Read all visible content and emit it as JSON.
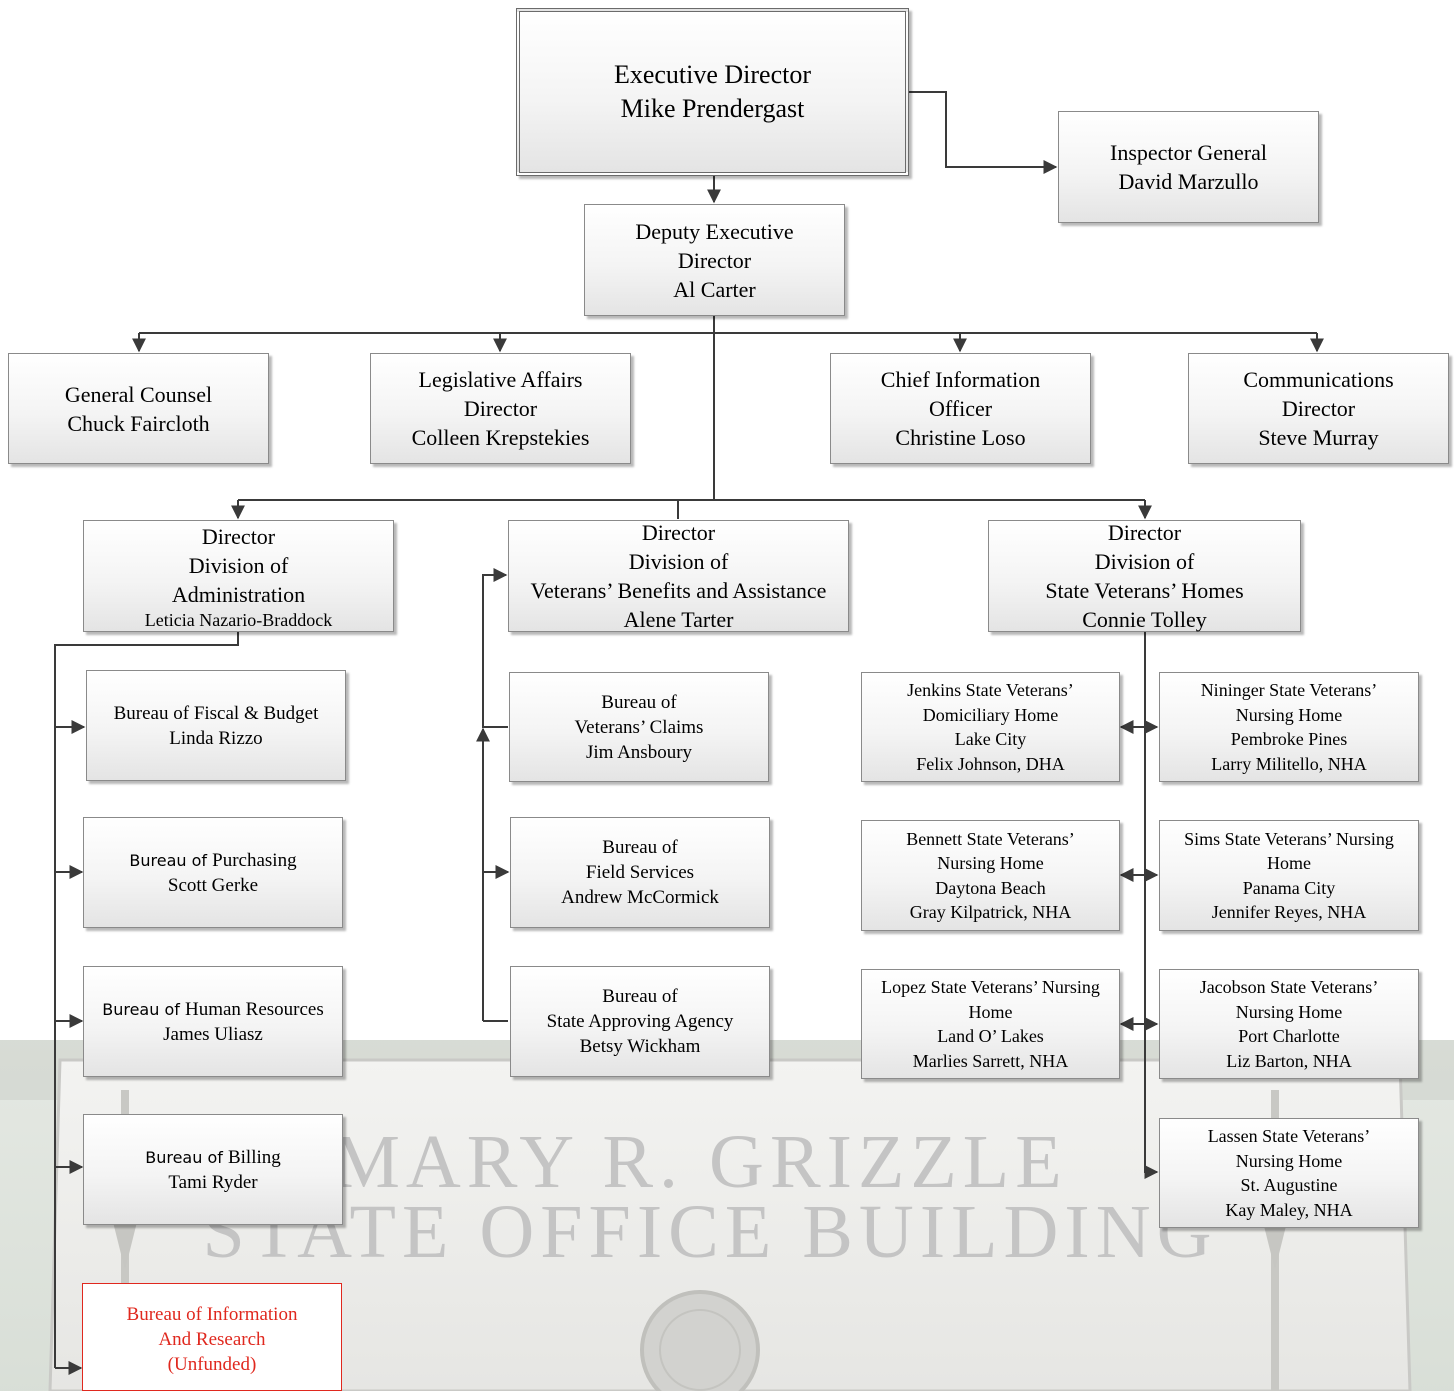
{
  "colors": {
    "unfunded": "#e0281e",
    "connector": "#3a3a3a"
  },
  "background": {
    "sign_line1": "MARY R. GRIZZLE",
    "sign_line2": "STATE OFFICE BUILDING",
    "seal_icon": "state-seal-icon"
  },
  "executive": {
    "title": "Executive Director",
    "name": "Mike Prendergast"
  },
  "inspector": {
    "title": "Inspector General",
    "name": "David Marzullo"
  },
  "deputy": {
    "line1": "Deputy Executive",
    "line2": "Director",
    "name": "Al Carter"
  },
  "staff": {
    "counsel": {
      "title": "General Counsel",
      "name": "Chuck Faircloth"
    },
    "legislative": {
      "line1": "Legislative Affairs",
      "line2": "Director",
      "name": "Colleen Krepstekies"
    },
    "cio": {
      "line1": "Chief Information",
      "line2": "Officer",
      "name": "Christine Loso"
    },
    "communications": {
      "line1": "Communications",
      "line2": "Director",
      "name": "Steve Murray"
    }
  },
  "divisions": {
    "admin": {
      "line1": "Director",
      "line2": "Division of",
      "line3": "Administration",
      "name": "Leticia Nazario-Braddock"
    },
    "benefits": {
      "line1": "Director",
      "line2": "Division of",
      "line3": "Veterans’ Benefits and Assistance",
      "name": "Alene Tarter"
    },
    "homes": {
      "line1": "Director",
      "line2": "Division of",
      "line3": "State Veterans’ Homes",
      "name": "Connie Tolley"
    }
  },
  "admin_bureaus": [
    {
      "prefix": "",
      "title": "Bureau of Fiscal & Budget",
      "name": "Linda Rizzo"
    },
    {
      "prefix": "Bureau of ",
      "title": "Purchasing",
      "name": "Scott Gerke"
    },
    {
      "prefix": "Bureau of ",
      "title": "Human Resources",
      "name": "James Uliasz"
    },
    {
      "prefix": "Bureau of ",
      "title": "Billing",
      "name": "Tami Ryder"
    },
    {
      "line1": "Bureau of Information",
      "line2": "And Research",
      "line3": "(Unfunded)"
    }
  ],
  "benefit_bureaus": [
    {
      "line1": "Bureau of",
      "line2": "Veterans’ Claims",
      "name": "Jim Ansboury"
    },
    {
      "line1": "Bureau of",
      "line2": "Field Services",
      "name": "Andrew McCormick"
    },
    {
      "line1": "Bureau of",
      "line2": "State Approving Agency",
      "name": "Betsy Wickham"
    }
  ],
  "homes": {
    "jenkins": {
      "line1": "Jenkins State Veterans’",
      "line2": "Domiciliary Home",
      "city": "Lake City",
      "admin": "Felix Johnson, DHA"
    },
    "nininger": {
      "line1": "Nininger State Veterans’",
      "line2": "Nursing Home",
      "city": "Pembroke Pines",
      "admin": "Larry Militello, NHA"
    },
    "bennett": {
      "line1": "Bennett State Veterans’",
      "line2": "Nursing Home",
      "city": "Daytona Beach",
      "admin": "Gray Kilpatrick, NHA"
    },
    "sims": {
      "line1": "Sims State Veterans’ Nursing",
      "line2": "Home",
      "city": "Panama City",
      "admin": "Jennifer Reyes, NHA"
    },
    "lopez": {
      "line1": "Lopez State Veterans’ Nursing",
      "line2": "Home",
      "city": "Land O’ Lakes",
      "admin": "Marlies Sarrett, NHA"
    },
    "jacobson": {
      "line1": "Jacobson State Veterans’",
      "line2": "Nursing Home",
      "city": "Port Charlotte",
      "admin": "Liz Barton, NHA"
    },
    "lassen": {
      "line1": "Lassen State Veterans’",
      "line2": "Nursing Home",
      "city": "St. Augustine",
      "admin": "Kay Maley, NHA"
    }
  }
}
